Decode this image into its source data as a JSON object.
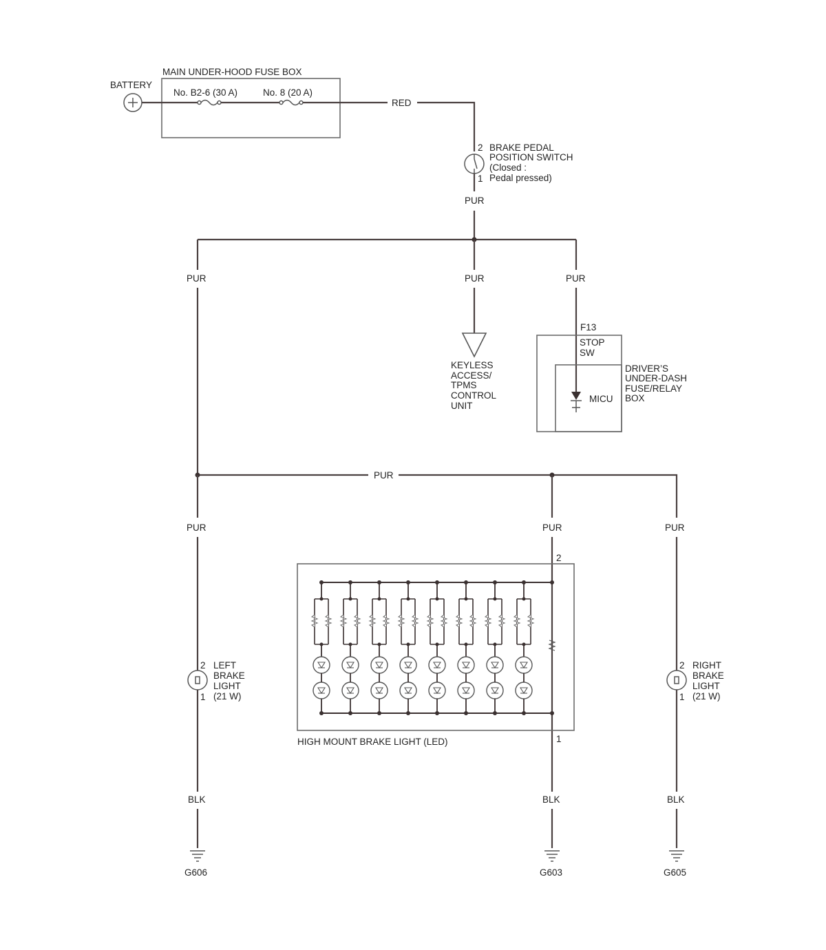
{
  "fuse_box": {
    "title": "MAIN UNDER-HOOD FUSE BOX",
    "fuse1": "No. B2-6 (30 A)",
    "fuse2": "No. 8 (20 A)"
  },
  "battery": {
    "label": "BATTERY"
  },
  "wires": {
    "red": "RED",
    "pur_top": "PUR",
    "pur_left": "PUR",
    "pur_mid": "PUR",
    "pur_right": "PUR",
    "pur_h": "PUR",
    "pur_l2": "PUR",
    "pur_m2": "PUR",
    "pur_r2": "PUR",
    "blk_l": "BLK",
    "blk_m": "BLK",
    "blk_r": "BLK"
  },
  "brake_switch": {
    "pin2": "2",
    "pin1": "1",
    "lines": [
      "BRAKE PEDAL",
      "POSITION SWITCH",
      "(Closed :",
      "Pedal pressed)"
    ]
  },
  "keyless": {
    "lines": [
      "KEYLESS",
      "ACCESS/",
      "TPMS",
      "CONTROL",
      "UNIT"
    ]
  },
  "relay_box": {
    "terminal": "F13",
    "stop_lines": [
      "STOP",
      "SW"
    ],
    "micu": "MICU",
    "lines": [
      "DRIVER’S",
      "UNDER-DASH",
      "FUSE/RELAY",
      "BOX"
    ]
  },
  "left_light": {
    "pin2": "2",
    "pin1": "1",
    "lines": [
      "LEFT",
      "BRAKE",
      "LIGHT",
      "(21 W)"
    ]
  },
  "right_light": {
    "pin2": "2",
    "pin1": "1",
    "lines": [
      "RIGHT",
      "BRAKE",
      "LIGHT",
      "(21 W)"
    ]
  },
  "high_mount": {
    "title": "HIGH MOUNT BRAKE LIGHT (LED)",
    "pin2": "2",
    "pin1": "1"
  },
  "grounds": {
    "left": "G606",
    "mid": "G603",
    "right": "G605"
  }
}
